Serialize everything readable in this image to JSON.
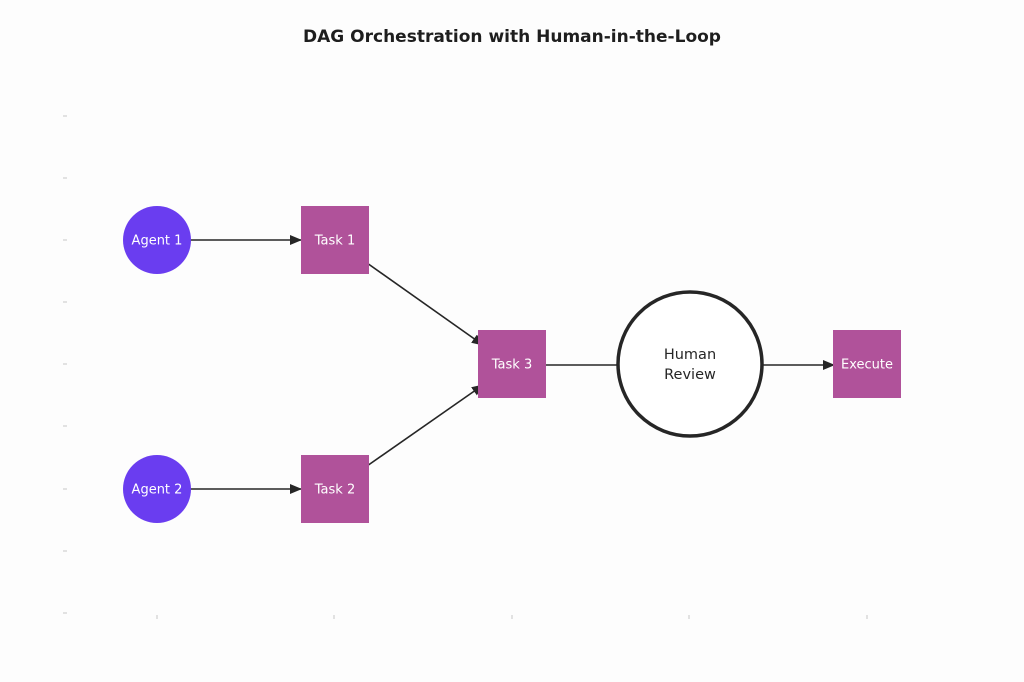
{
  "title": "DAG Orchestration with Human-in-the-Loop",
  "colors": {
    "agent": "#6a3df0",
    "task": "#b0529a",
    "review_stroke": "#262626",
    "edge": "#262626"
  },
  "nodes": {
    "agent1": {
      "label": "Agent 1",
      "shape": "circle"
    },
    "agent2": {
      "label": "Agent 2",
      "shape": "circle"
    },
    "task1": {
      "label": "Task 1",
      "shape": "square"
    },
    "task2": {
      "label": "Task 2",
      "shape": "square"
    },
    "task3": {
      "label": "Task 3",
      "shape": "square"
    },
    "review": {
      "label_line1": "Human",
      "label_line2": "Review",
      "shape": "circle-outline"
    },
    "execute": {
      "label": "Execute",
      "shape": "square"
    }
  },
  "edges": [
    {
      "from": "Agent 1",
      "to": "Task 1"
    },
    {
      "from": "Agent 2",
      "to": "Task 2"
    },
    {
      "from": "Task 1",
      "to": "Task 3"
    },
    {
      "from": "Task 2",
      "to": "Task 3"
    },
    {
      "from": "Task 3",
      "to": "Human Review"
    },
    {
      "from": "Human Review",
      "to": "Execute"
    }
  ]
}
